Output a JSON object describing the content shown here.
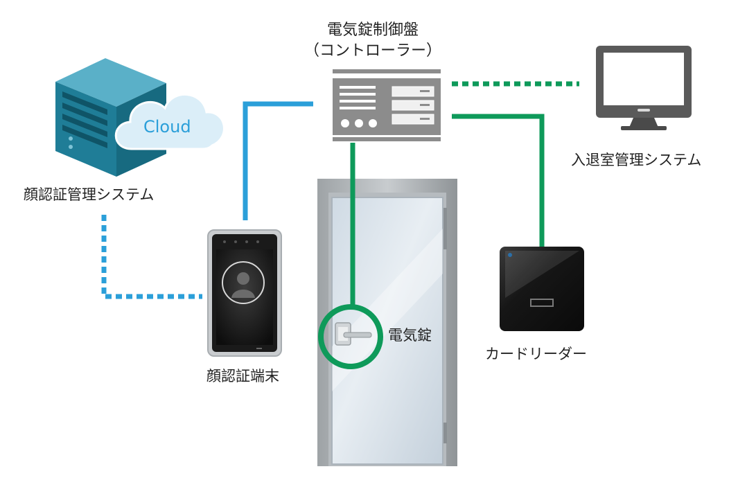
{
  "labels": {
    "controller_title": "電気錠制御盤",
    "controller_subtitle": "（コントローラー）",
    "face_system": "顔認証管理システム",
    "cloud": "Cloud",
    "access_system": "入退室管理システム",
    "face_terminal": "顔認証端末",
    "electric_lock": "電気錠",
    "card_reader": "カードリーダー"
  },
  "colors": {
    "blue_line": "#2b9fd9",
    "green_line": "#0e9a5a",
    "server_body": "#1f7d97",
    "cloud_fill": "#dbeef8",
    "cloud_text": "#2b9fd9",
    "panel_gray": "#8c8c8c",
    "monitor": "#5a5a5a",
    "reader": "#1a1a1a"
  },
  "icons": {
    "server": "server-icon",
    "cloud": "cloud-icon",
    "controller": "controller-panel-icon",
    "monitor": "monitor-icon",
    "terminal": "face-terminal-icon",
    "door": "door-icon",
    "lock": "door-handle-icon",
    "reader": "card-reader-icon"
  }
}
